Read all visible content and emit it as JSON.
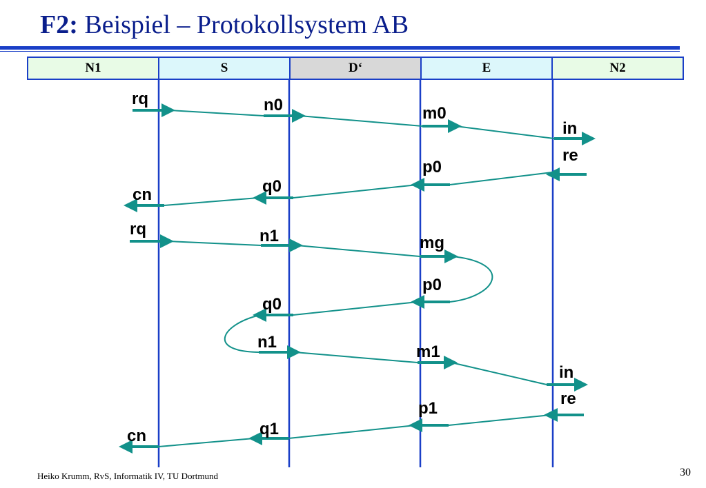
{
  "title": {
    "bold": "F2:",
    "rest": "Beispiel – Protokollsystem AB"
  },
  "lanes": [
    {
      "label": "N1",
      "color": "#e8fbe6"
    },
    {
      "label": "S",
      "color": "#dcf7fb"
    },
    {
      "label": "D‘",
      "color": "#d8d8d8"
    },
    {
      "label": "E",
      "color": "#dcf7fb"
    },
    {
      "label": "N2",
      "color": "#e8fbe6"
    }
  ],
  "messages": {
    "rq_1": "rq",
    "n0": "n0",
    "m0": "m0",
    "in_1": "in",
    "re_1": "re",
    "p0_1": "p0",
    "q0_1": "q0",
    "cn_1": "cn",
    "rq_2": "rq",
    "n1_1": "n1",
    "mg": "mg",
    "p0_2": "p0",
    "q0_2": "q0",
    "n1_2": "n1",
    "m1": "m1",
    "in_2": "in",
    "re_2": "re",
    "p1": "p1",
    "q1": "q1",
    "cn_2": "cn"
  },
  "colors": {
    "lifeline": "#1a3fc7",
    "arrow": "#12918a",
    "title": "#0a1e8c"
  },
  "footer": {
    "author": "Heiko Krumm, RvS, Informatik IV, TU Dortmund",
    "page": "30"
  }
}
